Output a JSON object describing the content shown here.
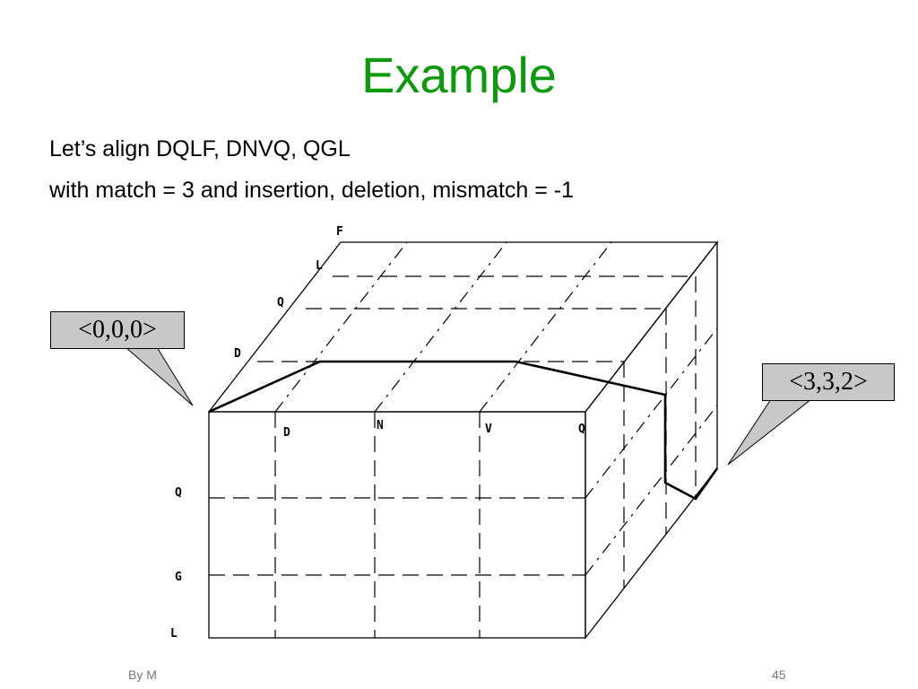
{
  "slide": {
    "title": "Example",
    "line1": "Let’s align DQLF, DNVQ, QGL",
    "line2": "with match = 3 and insertion, deletion, mismatch = -1",
    "footer_left": "By M",
    "page_number": "45"
  },
  "diagram": {
    "front_labels": [
      "D",
      "N",
      "V",
      "Q"
    ],
    "left_labels": [
      "Q",
      "G",
      "L"
    ],
    "depth_labels": [
      "D",
      "Q",
      "L",
      "F"
    ]
  },
  "callouts": {
    "start": "<0,0,0>",
    "end": "<3,3,2>"
  }
}
